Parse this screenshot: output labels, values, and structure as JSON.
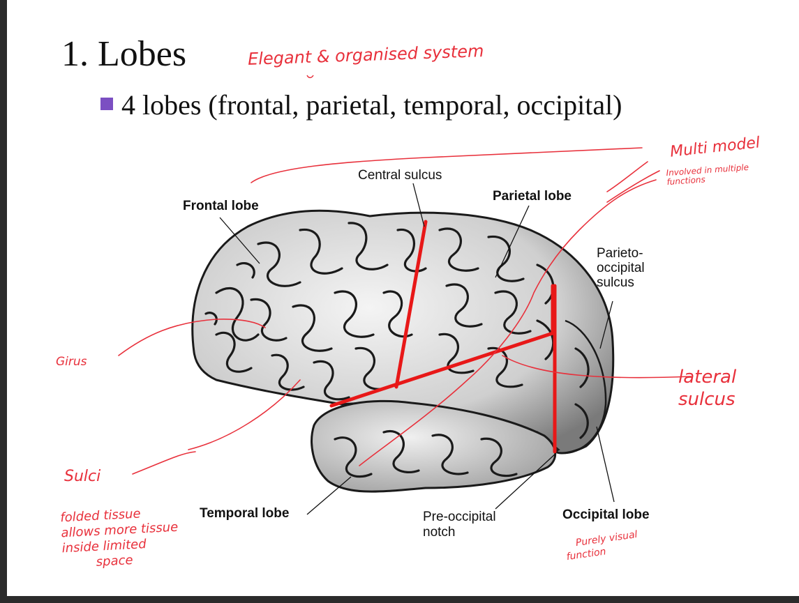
{
  "slide": {
    "title": "1. Lobes",
    "bullet": "4 lobes (frontal, parietal, temporal, occipital)"
  },
  "labels": {
    "frontal": "Frontal lobe",
    "central": "Central sulcus",
    "parietal": "Parietal lobe",
    "parieto_occipital": [
      "Parieto-",
      "occipital",
      "sulcus"
    ],
    "temporal": "Temporal lobe",
    "preoccipital": [
      "Pre-occipital",
      "notch"
    ],
    "occipital": "Occipital lobe"
  },
  "annotations": {
    "elegant": "Elegant & organised system",
    "multi_model": "Multi model",
    "multi_sub": [
      "Involved in multiple",
      "functions"
    ],
    "gyrus": "Girus",
    "lateral": [
      "lateral",
      "sulcus"
    ],
    "sulci": "Sulci",
    "folded": [
      "folded tissue",
      "allows more tissue",
      "inside limited",
      "space"
    ],
    "purely": [
      "Purely visual",
      "function"
    ]
  },
  "colors": {
    "ink": "#e8303b",
    "bullet": "#7b4fc2",
    "frame": "#2b2b2b"
  }
}
